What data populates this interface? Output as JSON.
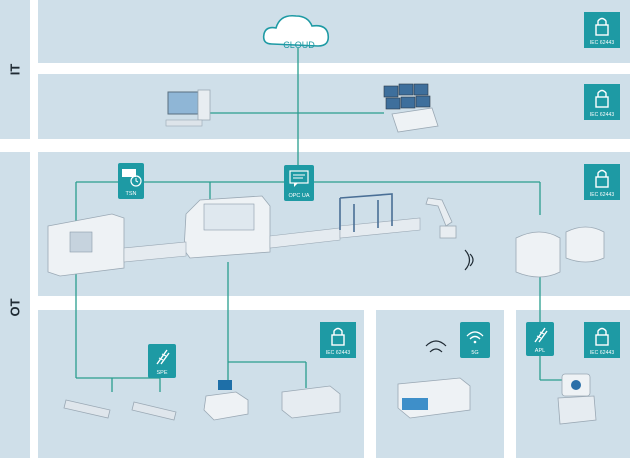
{
  "zones": {
    "it_label": "IT",
    "ot_label": "OT"
  },
  "cloud": {
    "label": "CLOUD"
  },
  "nodes": {
    "tsn": "TSN",
    "opc_ua": "OPC UA",
    "spe": "SPE",
    "fiveg": "5G",
    "apl": "APL"
  },
  "security_tag": "IEC 62443",
  "colors": {
    "background_zone": "#cfdfe9",
    "accent": "#1e9aa4",
    "line": "#2a9d8f",
    "label": "#1f2a33"
  }
}
